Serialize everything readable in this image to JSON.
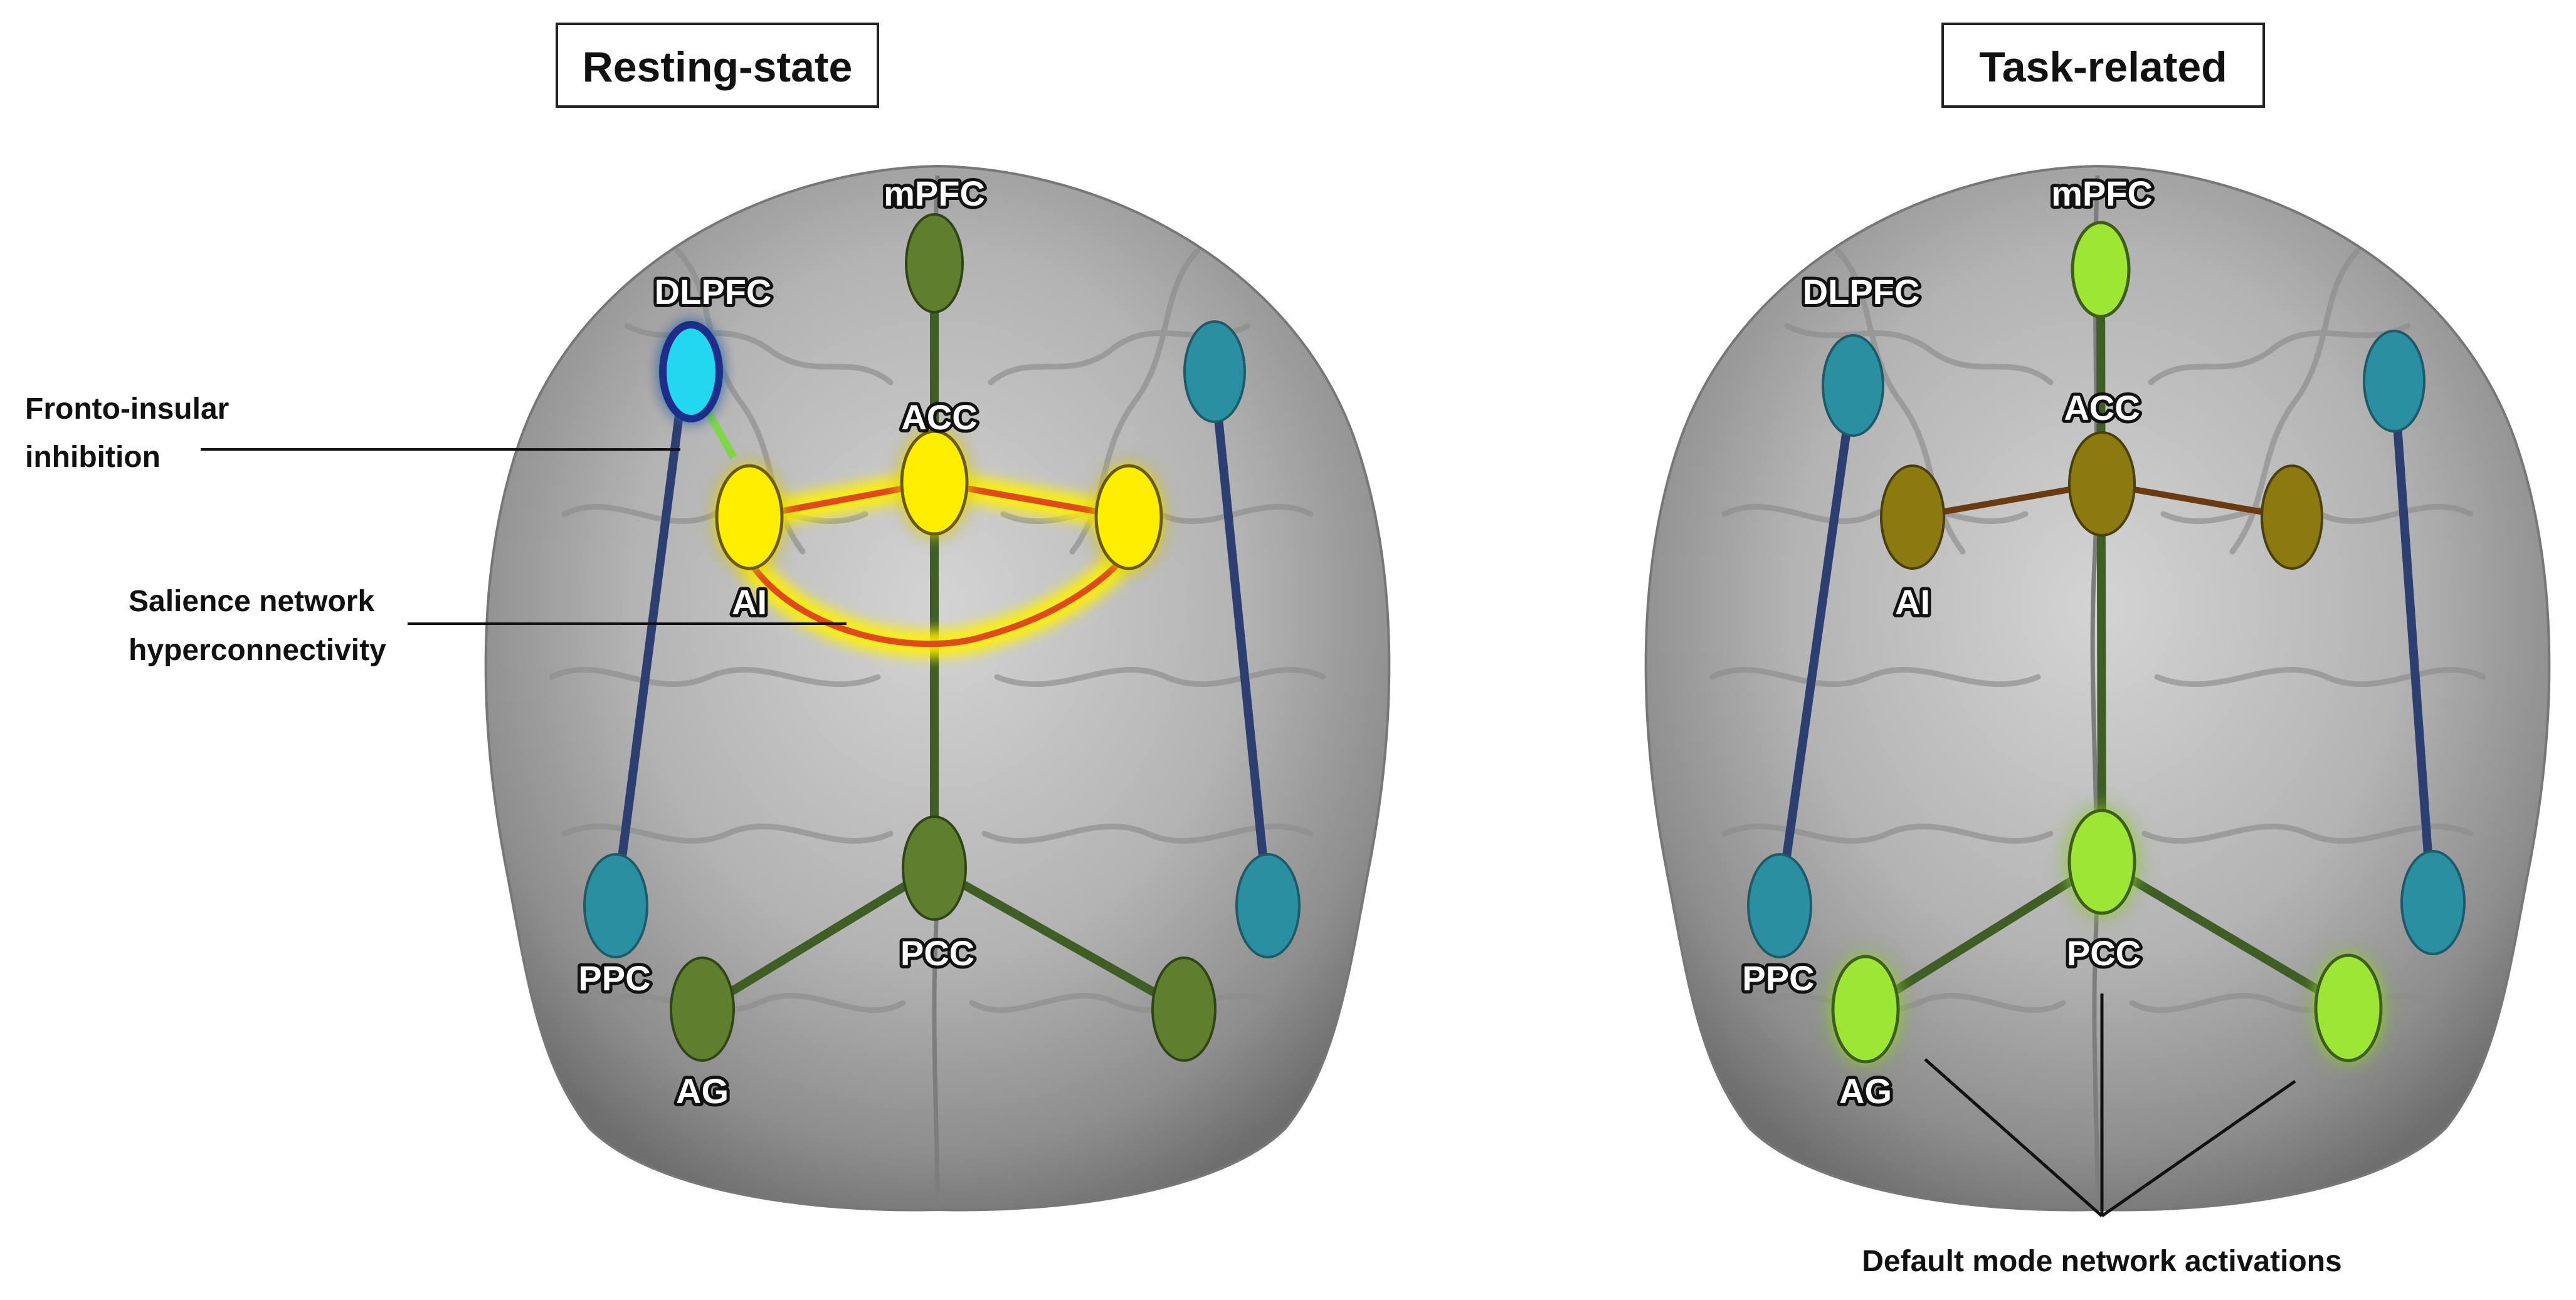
{
  "panels": {
    "resting": {
      "title": "Resting-state",
      "labels": {
        "mpfc": "mPFC",
        "dlpfc": "DLPFC",
        "acc": "ACC",
        "ai": "AI",
        "pcc": "PCC",
        "ppc": "PPC",
        "ag": "AG"
      },
      "annotations": {
        "fronto_insular": [
          "Fronto-insular",
          "inhibition"
        ],
        "salience": [
          "Salience network",
          "hyperconnectivity"
        ]
      }
    },
    "task": {
      "title": "Task-related",
      "labels": {
        "mpfc": "mPFC",
        "dlpfc": "DLPFC",
        "acc": "ACC",
        "ai": "AI",
        "pcc": "PCC",
        "ppc": "PPC",
        "ag": "AG"
      },
      "annotations": {
        "default_mode": "Default mode network activations"
      }
    }
  },
  "colors": {
    "executive_network": "#2a8fa0",
    "executive_active": "#22d8f0",
    "salience_active": "#ffee00",
    "salience_inactive": "#8a7a10",
    "default_mode_inactive": "#5f7f2e",
    "default_mode_active": "#9ee634",
    "executive_link": "#2c3f70",
    "dmn_link": "#3e5e26",
    "salience_link_active": "#e04a1a",
    "salience_link_inactive": "#6a3a10"
  }
}
